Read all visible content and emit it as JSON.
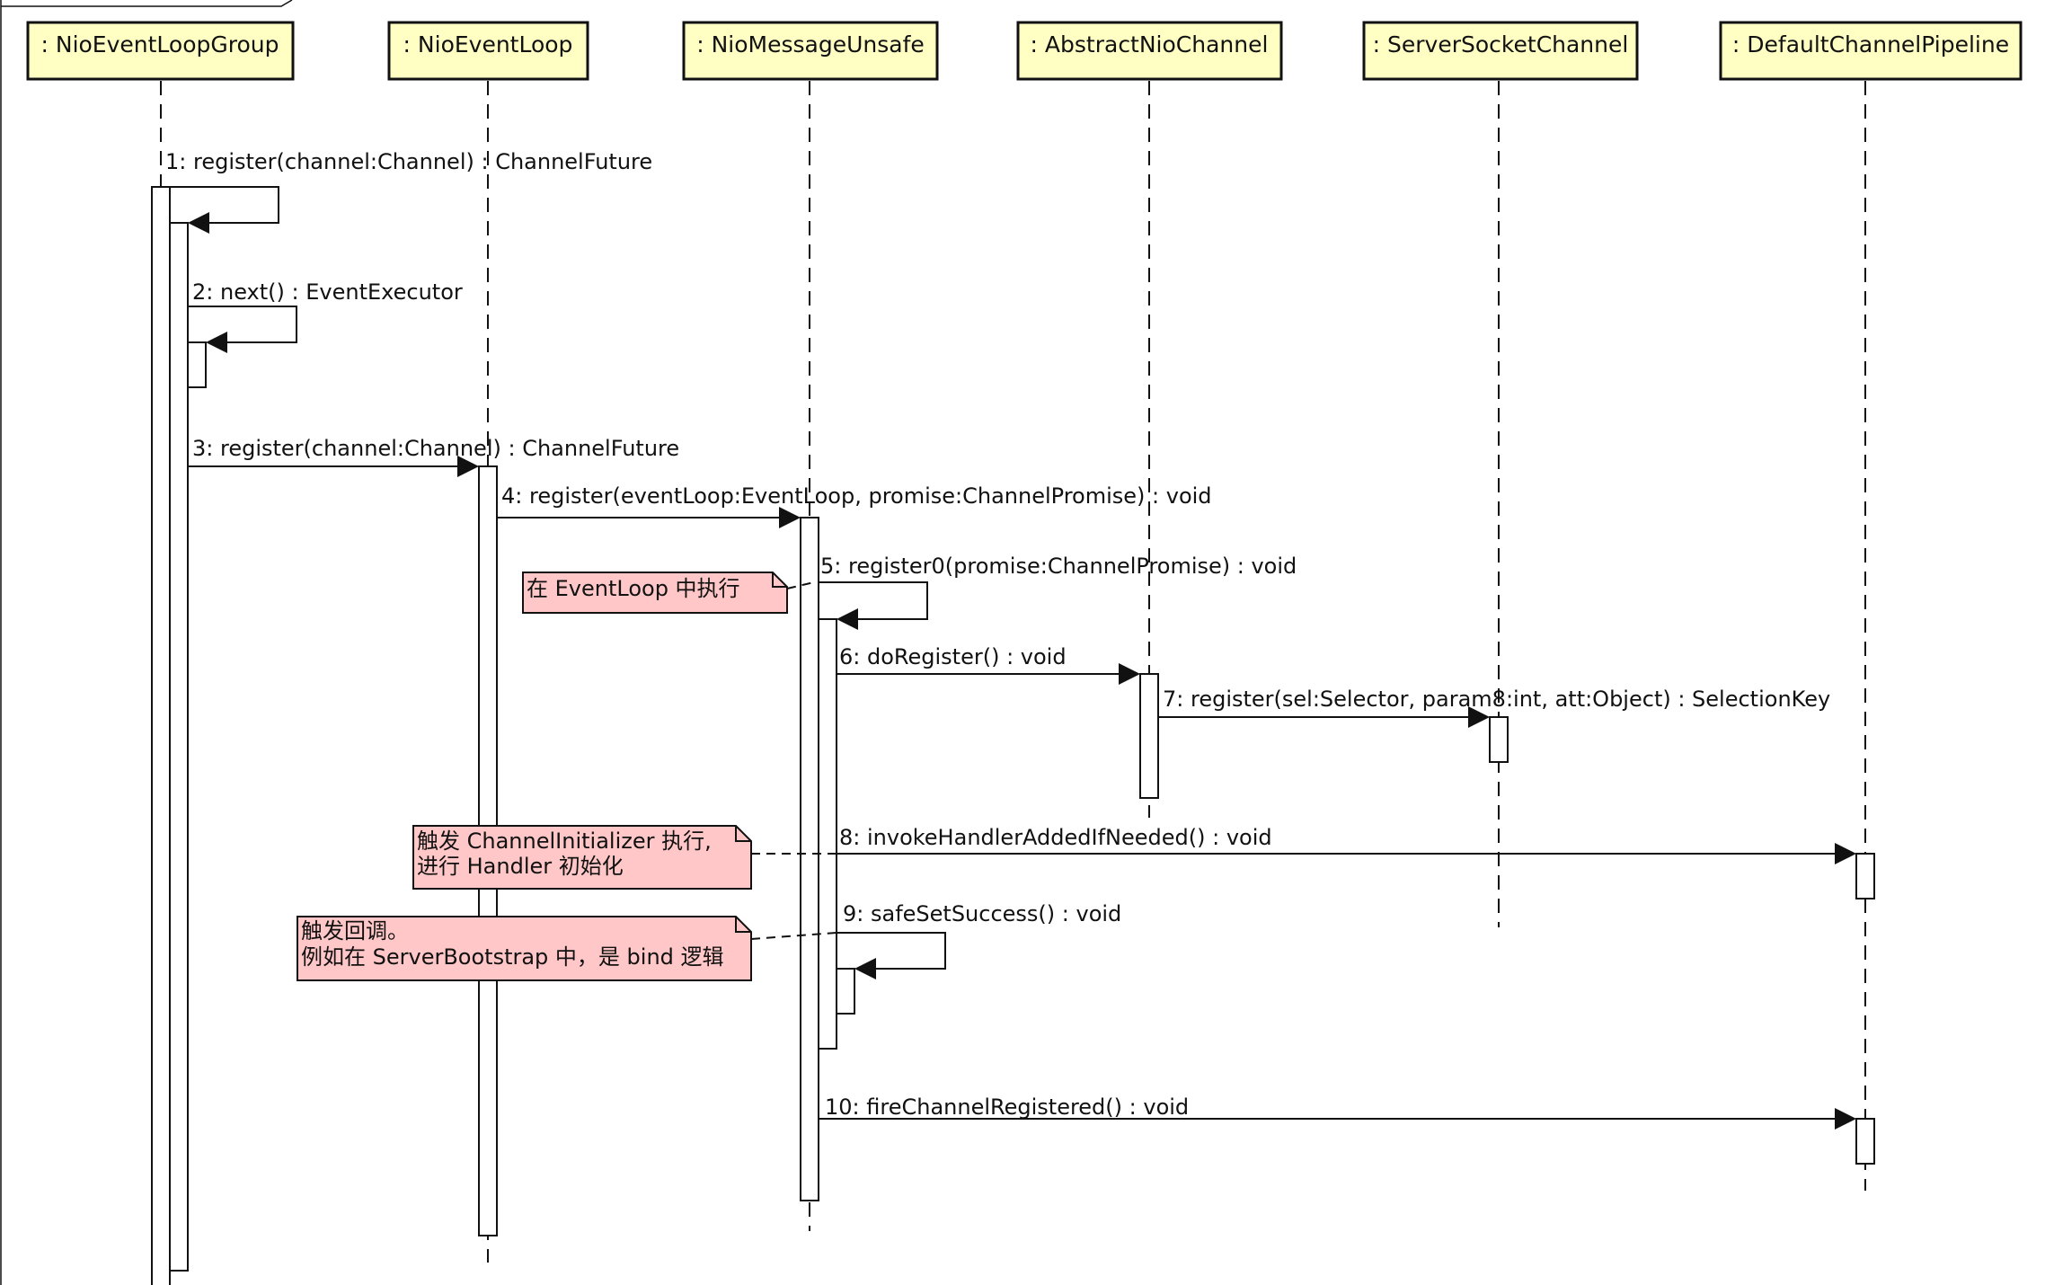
{
  "participants": [
    {
      "label": ": NioEventLoopGroup"
    },
    {
      "label": ": NioEventLoop"
    },
    {
      "label": ": NioMessageUnsafe"
    },
    {
      "label": ": AbstractNioChannel"
    },
    {
      "label": ": ServerSocketChannel"
    },
    {
      "label": ": DefaultChannelPipeline"
    }
  ],
  "messages": [
    {
      "label": "1: register(channel:Channel) : ChannelFuture"
    },
    {
      "label": "2: next() : EventExecutor"
    },
    {
      "label": "3: register(channel:Channel) : ChannelFuture"
    },
    {
      "label": "4: register(eventLoop:EventLoop, promise:ChannelPromise) : void"
    },
    {
      "label": "5: register0(promise:ChannelPromise) : void"
    },
    {
      "label": "6: doRegister() : void"
    },
    {
      "label": "7: register(sel:Selector, param8:int, att:Object) : SelectionKey"
    },
    {
      "label": "8: invokeHandlerAddedIfNeeded() : void"
    },
    {
      "label": "9: safeSetSuccess() : void"
    },
    {
      "label": "10: fireChannelRegistered() : void"
    }
  ],
  "notes": [
    {
      "lines": [
        "在 EventLoop 中执行"
      ]
    },
    {
      "lines": [
        "触发 ChannelInitializer 执行,",
        "进行 Handler 初始化"
      ]
    },
    {
      "lines": [
        "触发回调。",
        "例如在 ServerBootstrap 中，是 bind 逻辑"
      ]
    }
  ],
  "colors": {
    "participant_fill": "#ffffc4",
    "note_fill": "#ffc7c7",
    "line": "#111111",
    "activation_fill": "#ffffff"
  }
}
